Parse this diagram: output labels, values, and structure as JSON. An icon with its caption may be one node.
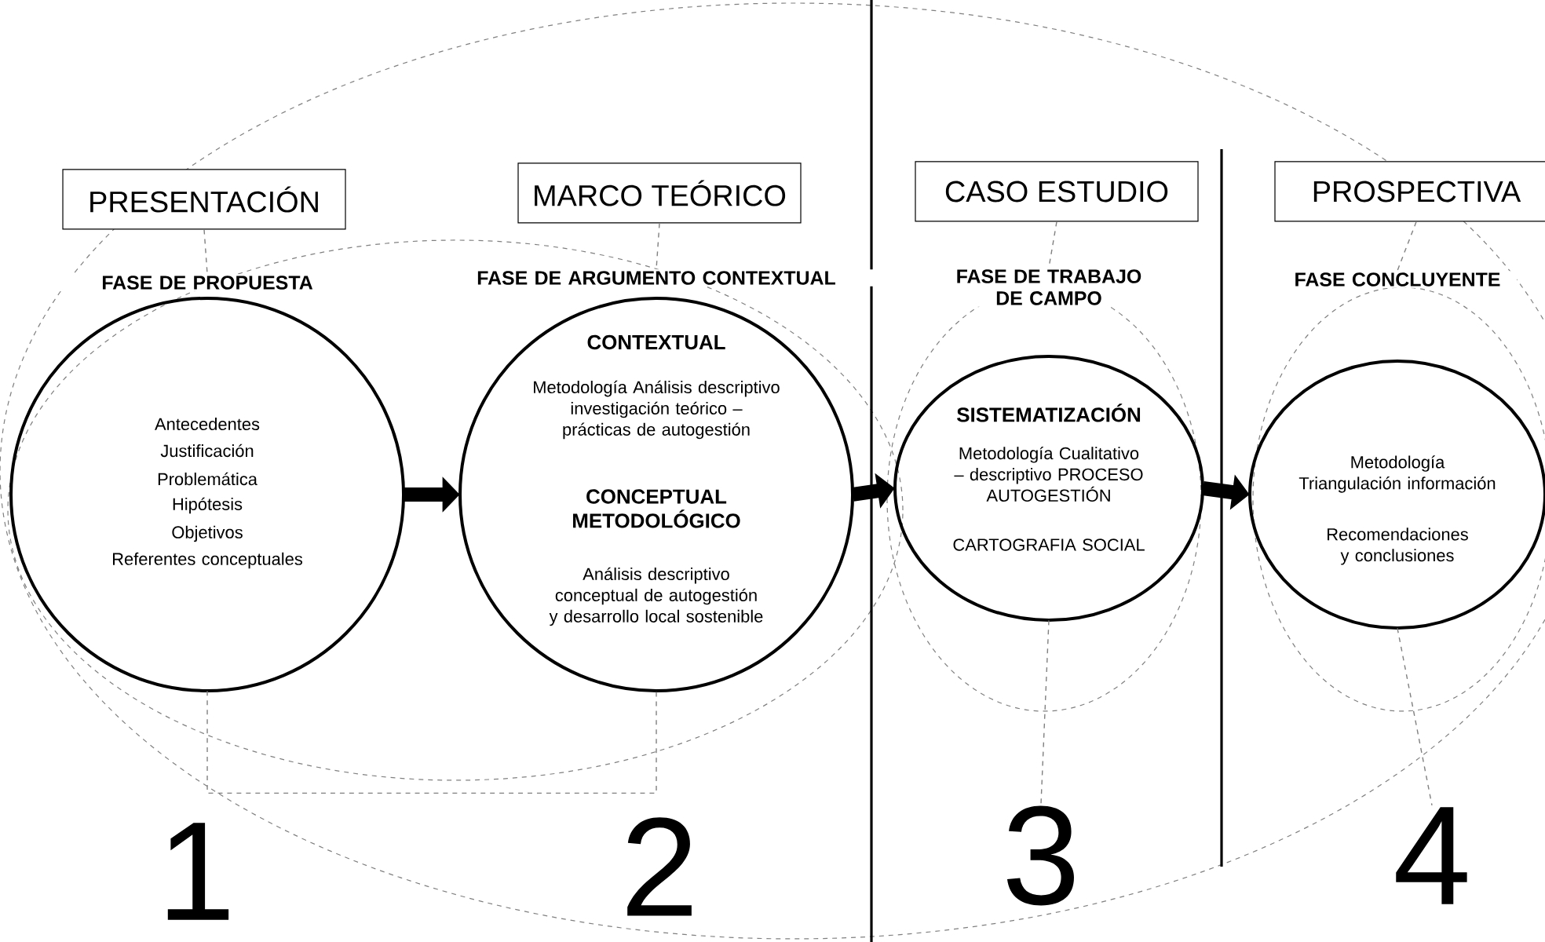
{
  "diagram": {
    "nodes": [
      {
        "text": [
          "PRESENTACIÓN"
        ]
      },
      {
        "text": [
          "MARCO TEÓRICO"
        ]
      },
      {
        "text": [
          "CASO ESTUDIO"
        ]
      },
      {
        "text": [
          "PROSPECTIVA"
        ]
      },
      {
        "text": [
          "FASE DE PROPUESTA",
          "Antecedentes",
          "Justificación",
          "Problemática",
          "Hipótesis",
          "Objetivos",
          "Referentes conceptuales"
        ]
      },
      {
        "text": [
          "FASE DE ARGUMENTO CONTEXTUAL",
          "CONTEXTUAL",
          "Metodología Análisis descriptivo investigación teórico –prácticas de autogestión",
          "CONCEPTUAL METODOLÓGICO",
          "Análisis descriptivo conceptual de autogestión y desarrollo local sostenible"
        ]
      },
      {
        "text": [
          "FASE DE TRABAJO DE CAMPO",
          "SISTEMATIZACIÓN",
          "Metodología Cualitativo – descriptivo PROCESO AUTOGESTIÓN",
          "CARTOGRAFIA SOCIAL"
        ]
      },
      {
        "text": [
          "FASE CONCLUYENTE",
          "Metodología Triangulación información",
          "Recomendaciones y conclusiones"
        ]
      },
      {
        "text": [
          "3"
        ]
      },
      {
        "text": [
          "4"
        ]
      }
    ],
    "edges": [
      {
        "from": 0,
        "to": 4,
        "arrow": "none",
        "style": "dashed"
      },
      {
        "from": 1,
        "to": 5,
        "arrow": "none",
        "style": "dashed"
      },
      {
        "from": 2,
        "to": 6,
        "arrow": "none",
        "style": "dashed"
      },
      {
        "from": 3,
        "to": 7,
        "arrow": "none",
        "style": "dashed"
      },
      {
        "from": 4,
        "to": 5,
        "arrow": "to",
        "style": "thick",
        "color": "#000000"
      },
      {
        "from": 5,
        "to": 6,
        "arrow": "to",
        "style": "thick",
        "color": "#000000"
      },
      {
        "from": 6,
        "to": 7,
        "arrow": "to",
        "style": "thick",
        "color": "#000000"
      },
      {
        "from": 4,
        "to": 5,
        "arrow": "none",
        "style": "dashed"
      },
      {
        "from": 6,
        "to": 8,
        "arrow": "none",
        "style": "dashed"
      },
      {
        "from": 7,
        "to": 9,
        "arrow": "none",
        "style": "dashed"
      }
    ],
    "labels": [
      "1",
      "2"
    ]
  }
}
